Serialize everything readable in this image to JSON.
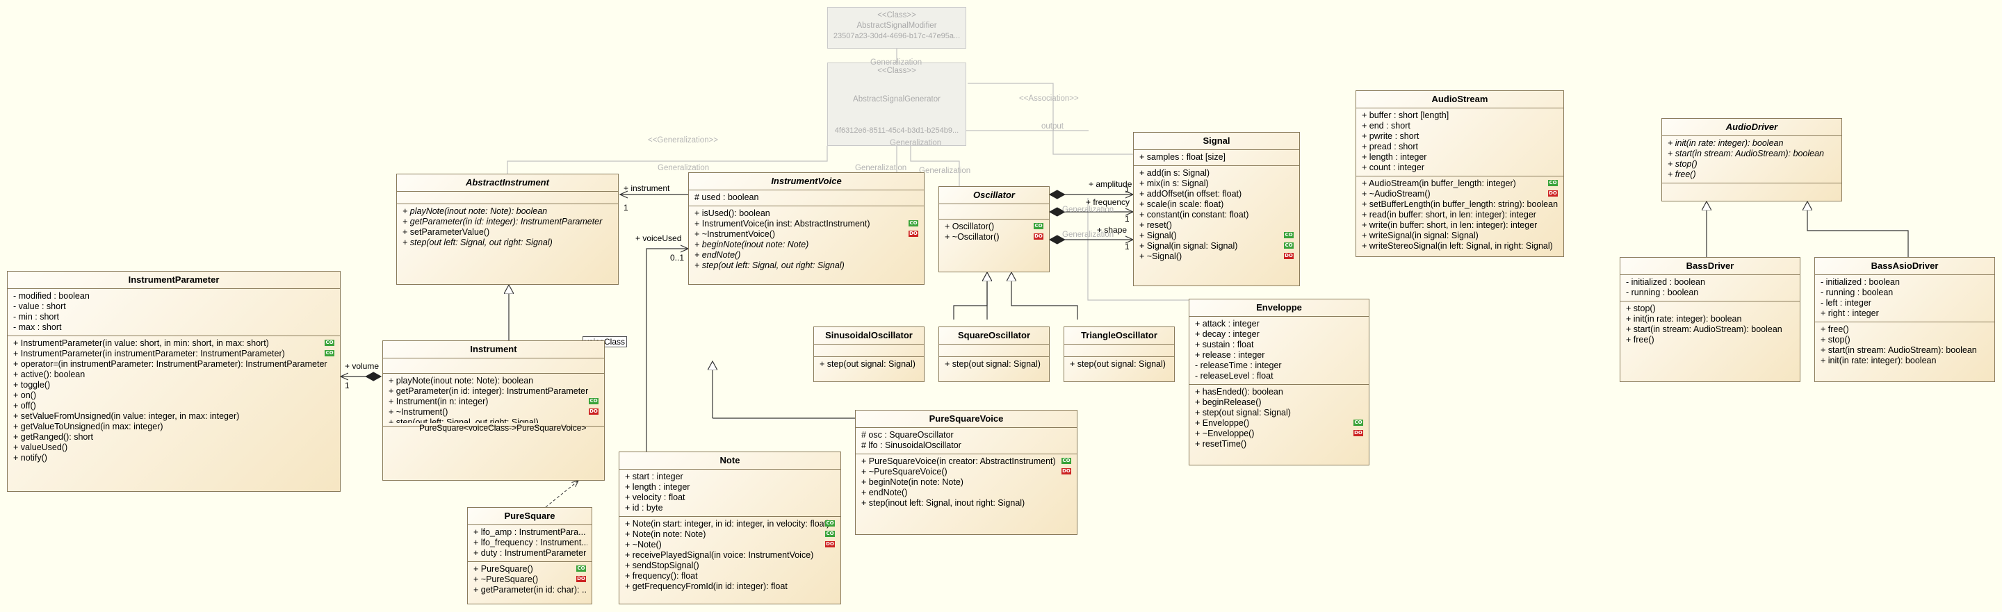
{
  "ghosts": {
    "modifier": {
      "stereotype": "<<Class>>",
      "name": "AbstractSignalModifier",
      "id": "23507a23-30d4-4696-b17c-47e95a..."
    },
    "generator": {
      "stereotype": "<<Class>>",
      "name": "AbstractSignalGenerator",
      "id": "4f6312e6-8511-45c4-b3d1-b254b9..."
    }
  },
  "labels": {
    "generalization": "Generalization",
    "generalization_stereo": "<<Generalization>>",
    "association_stereo": "<<Association>>",
    "output": "output",
    "instrument": "+ instrument",
    "instrument_mult": "1",
    "voice_used": "+ voiceUsed",
    "voice_used_mult": "0..1",
    "amplitude": "+ amplitude",
    "frequency": "+ frequency",
    "shape": "+ shape",
    "mult_one": "1",
    "volume": "+ volume",
    "volume_mult": "1",
    "voice_class": "voiceClass",
    "pure_square_binding": "PureSquare<voiceClass->PureSquareVoice>"
  },
  "classes": {
    "instrument_parameter": {
      "name": "InstrumentParameter",
      "attributes": [
        "- modified : boolean",
        "- value : short",
        "- min : short",
        "- max : short"
      ],
      "operations": [
        {
          "text": "+ InstrumentParameter(in value: short, in min: short, in max: short)",
          "badge": "CO"
        },
        {
          "text": "+ InstrumentParameter(in instrumentParameter: InstrumentParameter)",
          "badge": "CO"
        },
        {
          "text": "+ operator=(in instrumentParameter: InstrumentParameter): InstrumentParameter",
          "badge": ""
        },
        {
          "text": "+ active(): boolean",
          "badge": ""
        },
        {
          "text": "+ toggle()",
          "badge": ""
        },
        {
          "text": "+ on()",
          "badge": ""
        },
        {
          "text": "+ off()",
          "badge": ""
        },
        {
          "text": "+ setValueFromUnsigned(in value: integer, in max: integer)",
          "badge": ""
        },
        {
          "text": "+ getValueToUnsigned(in max: integer)",
          "badge": ""
        },
        {
          "text": "+ getRanged(): short",
          "badge": ""
        },
        {
          "text": "+ valueUsed()",
          "badge": ""
        },
        {
          "text": "+ notify()",
          "badge": ""
        }
      ]
    },
    "abstract_instrument": {
      "name": "AbstractInstrument",
      "attributes": [],
      "operations": [
        {
          "text": "+ playNote(inout note: Note): boolean",
          "badge": "",
          "abstract": true
        },
        {
          "text": "+ getParameter(in id: integer): InstrumentParameter",
          "badge": "",
          "abstract": true
        },
        {
          "text": "+ setParameterValue()",
          "badge": ""
        },
        {
          "text": "+ step(out left: Signal, out right: Signal)",
          "badge": "",
          "abstract": true
        }
      ]
    },
    "instrument": {
      "name": "Instrument",
      "attributes": [],
      "operations": [
        {
          "text": "+ playNote(inout note: Note): boolean",
          "badge": ""
        },
        {
          "text": "+ getParameter(in id: integer): InstrumentParameter",
          "badge": ""
        },
        {
          "text": "+ Instrument(in n: integer)",
          "badge": "CO"
        },
        {
          "text": "+ ~Instrument()",
          "badge": "DO"
        },
        {
          "text": "+ step(out left: Signal, out right: Signal)",
          "badge": ""
        }
      ]
    },
    "pure_square": {
      "name": "PureSquare",
      "attributes": [
        "+ lfo_amp : InstrumentPara...",
        "+ lfo_frequency : Instrument...",
        "+ duty : InstrumentParameter"
      ],
      "operations": [
        {
          "text": "+ PureSquare()",
          "badge": "CO"
        },
        {
          "text": "+ ~PureSquare()",
          "badge": "DO"
        },
        {
          "text": "+ getParameter(in id: char): ...",
          "badge": ""
        }
      ]
    },
    "instrument_voice": {
      "name": "InstrumentVoice",
      "attributes": [
        "# used : boolean"
      ],
      "operations": [
        {
          "text": "+ isUsed(): boolean",
          "badge": ""
        },
        {
          "text": "+ InstrumentVoice(in inst: AbstractInstrument)",
          "badge": "CO"
        },
        {
          "text": "+ ~InstrumentVoice()",
          "badge": "DO"
        },
        {
          "text": "+ beginNote(inout note: Note)",
          "badge": "",
          "abstract": true
        },
        {
          "text": "+ endNote()",
          "badge": "",
          "abstract": true
        },
        {
          "text": "+ step(out left: Signal, out right: Signal)",
          "badge": "",
          "abstract": true
        }
      ]
    },
    "note": {
      "name": "Note",
      "attributes": [
        "+ start : integer",
        "+ length : integer",
        "+ velocity : float",
        "+ id : byte"
      ],
      "operations": [
        {
          "text": "+ Note(in start: integer, in id: integer, in velocity: float)",
          "badge": "CO"
        },
        {
          "text": "+ Note(in note: Note)",
          "badge": "CO"
        },
        {
          "text": "+ ~Note()",
          "badge": "DO"
        },
        {
          "text": "+ receivePlayedSignal(in voice: InstrumentVoice)",
          "badge": ""
        },
        {
          "text": "+ sendStopSignal()",
          "badge": ""
        },
        {
          "text": "+ frequency(): float",
          "badge": ""
        },
        {
          "text": "+ getFrequencyFromId(in id: integer): float",
          "badge": ""
        }
      ]
    },
    "pure_square_voice": {
      "name": "PureSquareVoice",
      "attributes": [
        "# osc : SquareOscillator",
        "# lfo : SinusoidalOscillator"
      ],
      "operations": [
        {
          "text": "+ PureSquareVoice(in creator: AbstractInstrument)",
          "badge": "CO"
        },
        {
          "text": "+ ~PureSquareVoice()",
          "badge": "DO"
        },
        {
          "text": "+ beginNote(in note: Note)",
          "badge": ""
        },
        {
          "text": "+ endNote()",
          "badge": ""
        },
        {
          "text": "+ step(inout left: Signal, inout right: Signal)",
          "badge": ""
        }
      ]
    },
    "oscillator": {
      "name": "Oscillator",
      "attributes": [],
      "operations": [
        {
          "text": "+ Oscillator()",
          "badge": "CO"
        },
        {
          "text": "+ ~Oscillator()",
          "badge": "DO"
        }
      ]
    },
    "sinusoidal_oscillator": {
      "name": "SinusoidalOscillator",
      "attributes": [],
      "operations": [
        {
          "text": "+ step(out signal: Signal)",
          "badge": ""
        }
      ]
    },
    "square_oscillator": {
      "name": "SquareOscillator",
      "attributes": [],
      "operations": [
        {
          "text": "+ step(out signal: Signal)",
          "badge": ""
        }
      ]
    },
    "triangle_oscillator": {
      "name": "TriangleOscillator",
      "attributes": [],
      "operations": [
        {
          "text": "+ step(out signal: Signal)",
          "badge": ""
        }
      ]
    },
    "signal": {
      "name": "Signal",
      "attributes": [
        "+ samples : float [size]"
      ],
      "operations": [
        {
          "text": "+ add(in s: Signal)",
          "badge": ""
        },
        {
          "text": "+ mix(in s: Signal)",
          "badge": ""
        },
        {
          "text": "+ addOffset(in offset: float)",
          "badge": ""
        },
        {
          "text": "+ scale(in scale: float)",
          "badge": ""
        },
        {
          "text": "+ constant(in constant: float)",
          "badge": ""
        },
        {
          "text": "+ reset()",
          "badge": ""
        },
        {
          "text": "+ Signal()",
          "badge": "CO"
        },
        {
          "text": "+ Signal(in signal: Signal)",
          "badge": "CO"
        },
        {
          "text": "+ ~Signal()",
          "badge": "DO"
        }
      ]
    },
    "enveloppe": {
      "name": "Enveloppe",
      "attributes": [
        "+ attack : integer",
        "+ decay : integer",
        "+ sustain : float",
        "+ release : integer",
        "- releaseTime : integer",
        "- releaseLevel : float"
      ],
      "operations": [
        {
          "text": "+ hasEnded(): boolean",
          "badge": ""
        },
        {
          "text": "+ beginRelease()",
          "badge": ""
        },
        {
          "text": "+ step(out signal: Signal)",
          "badge": ""
        },
        {
          "text": "+ Enveloppe()",
          "badge": "CO"
        },
        {
          "text": "+ ~Enveloppe()",
          "badge": "DO"
        },
        {
          "text": "+ resetTime()",
          "badge": ""
        }
      ]
    },
    "audio_stream": {
      "name": "AudioStream",
      "attributes": [
        "+ buffer : short [length]",
        "+ end : short",
        "+ pwrite : short",
        "+ pread : short",
        "+ length : integer",
        "+ count : integer"
      ],
      "operations": [
        {
          "text": "+ AudioStream(in buffer_length: integer)",
          "badge": "CO"
        },
        {
          "text": "+ ~AudioStream()",
          "badge": "DO"
        },
        {
          "text": "+ setBufferLength(in buffer_length: string): boolean",
          "badge": ""
        },
        {
          "text": "+ read(in buffer: short, in len: integer): integer",
          "badge": ""
        },
        {
          "text": "+ write(in buffer: short, in len: integer): integer",
          "badge": ""
        },
        {
          "text": "+ writeSignal(in signal: Signal)",
          "badge": ""
        },
        {
          "text": "+ writeStereoSignal(in left: Signal, in right: Signal)",
          "badge": ""
        }
      ]
    },
    "audio_driver": {
      "name": "AudioDriver",
      "attributes": [],
      "operations": [
        {
          "text": "+ init(in rate: integer): boolean",
          "badge": "",
          "abstract": true
        },
        {
          "text": "+ start(in stream: AudioStream): boolean",
          "badge": "",
          "abstract": true
        },
        {
          "text": "+ stop()",
          "badge": "",
          "abstract": true
        },
        {
          "text": "+ free()",
          "badge": "",
          "abstract": true
        }
      ]
    },
    "bass_driver": {
      "name": "BassDriver",
      "attributes": [
        "- initialized : boolean",
        "- running : boolean"
      ],
      "operations": [
        {
          "text": "+ stop()",
          "badge": ""
        },
        {
          "text": "+ init(in rate: integer): boolean",
          "badge": ""
        },
        {
          "text": "+ start(in stream: AudioStream): boolean",
          "badge": ""
        },
        {
          "text": "+ free()",
          "badge": ""
        }
      ]
    },
    "bass_asio_driver": {
      "name": "BassAsioDriver",
      "attributes": [
        "- initialized : boolean",
        "- running : boolean",
        "- left : integer",
        "+ right : integer"
      ],
      "operations": [
        {
          "text": "+ free()",
          "badge": ""
        },
        {
          "text": "+ stop()",
          "badge": ""
        },
        {
          "text": "+ start(in stream: AudioStream): boolean",
          "badge": ""
        },
        {
          "text": "+ init(in rate: integer): boolean",
          "badge": ""
        }
      ]
    }
  }
}
